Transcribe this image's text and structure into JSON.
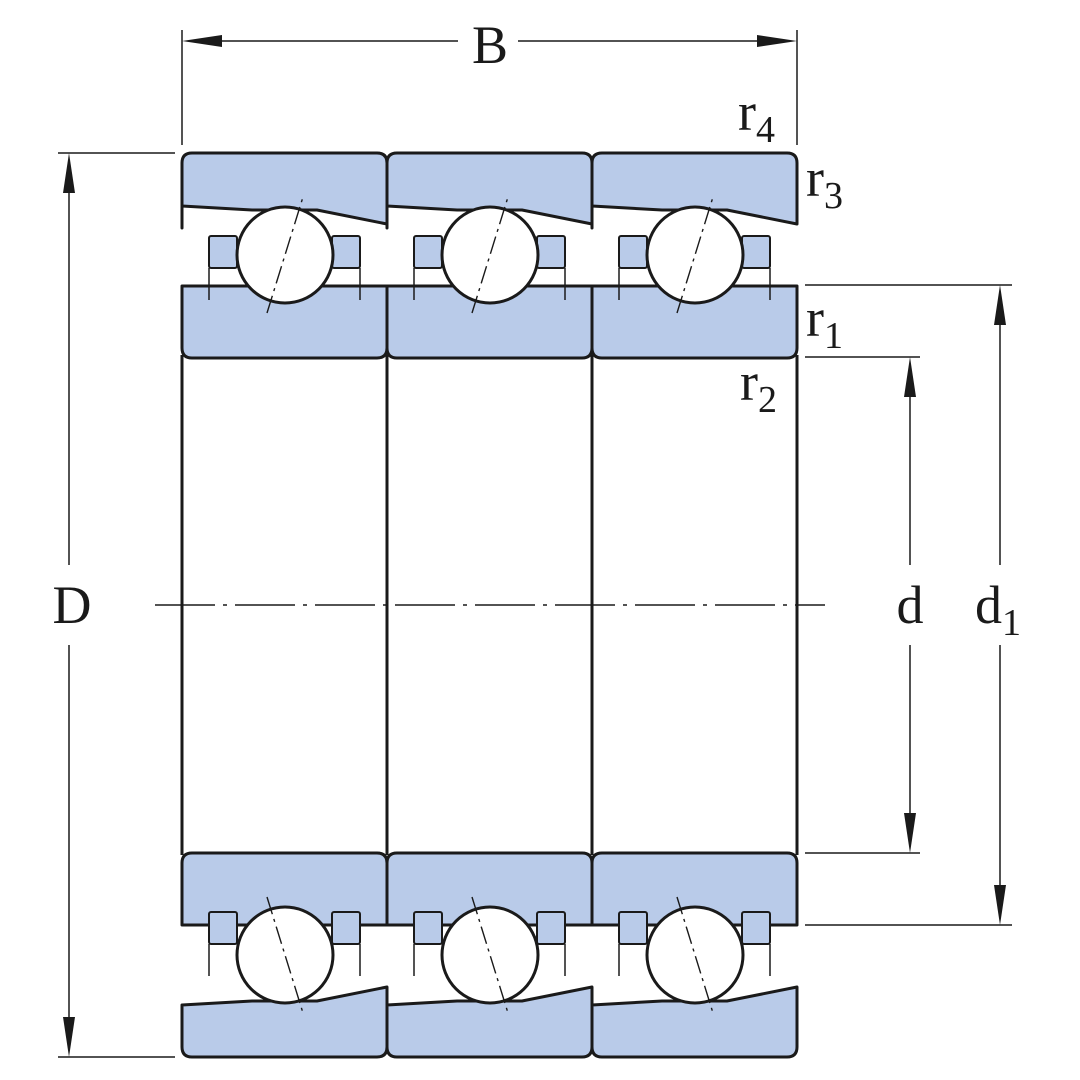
{
  "colors": {
    "ring_fill": "#b9cbe9",
    "line": "#1a1a1a"
  },
  "dimensions": {
    "outside_diameter": "D",
    "width": "B",
    "bore_diameter": "d",
    "shoulder_diameter": {
      "base": "d",
      "sub": "1"
    }
  },
  "chamfers": {
    "r1": {
      "base": "r",
      "sub": "1"
    },
    "r2": {
      "base": "r",
      "sub": "2"
    },
    "r3": {
      "base": "r",
      "sub": "3"
    },
    "r4": {
      "base": "r",
      "sub": "4"
    }
  }
}
